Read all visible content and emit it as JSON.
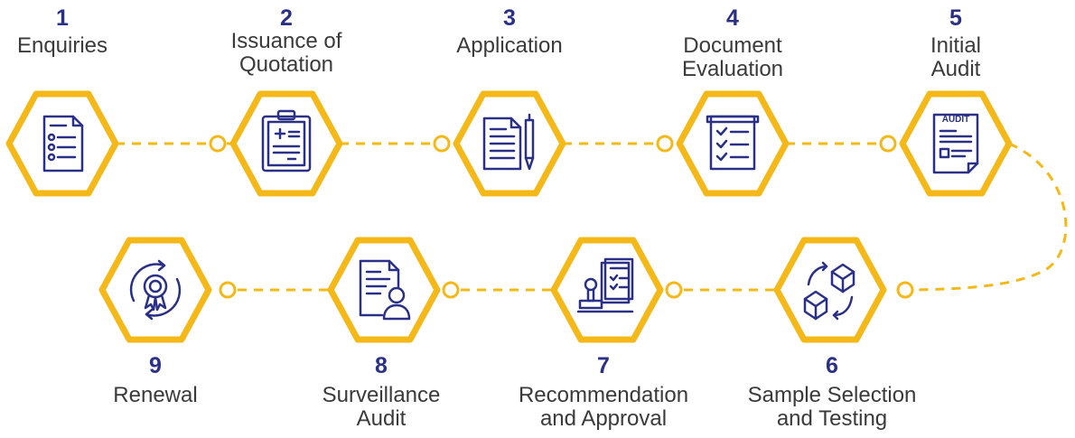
{
  "colors": {
    "hex_outline": "#f5b819",
    "connector": "#f5b819",
    "icon": "#2b3087",
    "number": "#2b3087",
    "label": "#3a3a3a"
  },
  "steps": [
    {
      "number": "1",
      "lines": [
        "Enquiries"
      ],
      "icon": "list-document-icon"
    },
    {
      "number": "2",
      "lines": [
        "Issuance of",
        "Quotation"
      ],
      "icon": "clipboard-quotation-icon"
    },
    {
      "number": "3",
      "lines": [
        "Application"
      ],
      "icon": "document-pen-icon"
    },
    {
      "number": "4",
      "lines": [
        "Document",
        "Evaluation"
      ],
      "icon": "checklist-icon"
    },
    {
      "number": "5",
      "lines": [
        "Initial",
        "Audit"
      ],
      "icon": "audit-report-icon",
      "icon_text": "AUDIT"
    },
    {
      "number": "6",
      "lines": [
        "Sample Selection",
        "and Testing"
      ],
      "icon": "boxes-exchange-icon"
    },
    {
      "number": "7",
      "lines": [
        "Recommendation",
        "and Approval"
      ],
      "icon": "stamp-approval-icon"
    },
    {
      "number": "8",
      "lines": [
        "Surveillance",
        "Audit"
      ],
      "icon": "auditor-document-icon"
    },
    {
      "number": "9",
      "lines": [
        "Renewal"
      ],
      "icon": "renewal-certificate-icon"
    }
  ]
}
